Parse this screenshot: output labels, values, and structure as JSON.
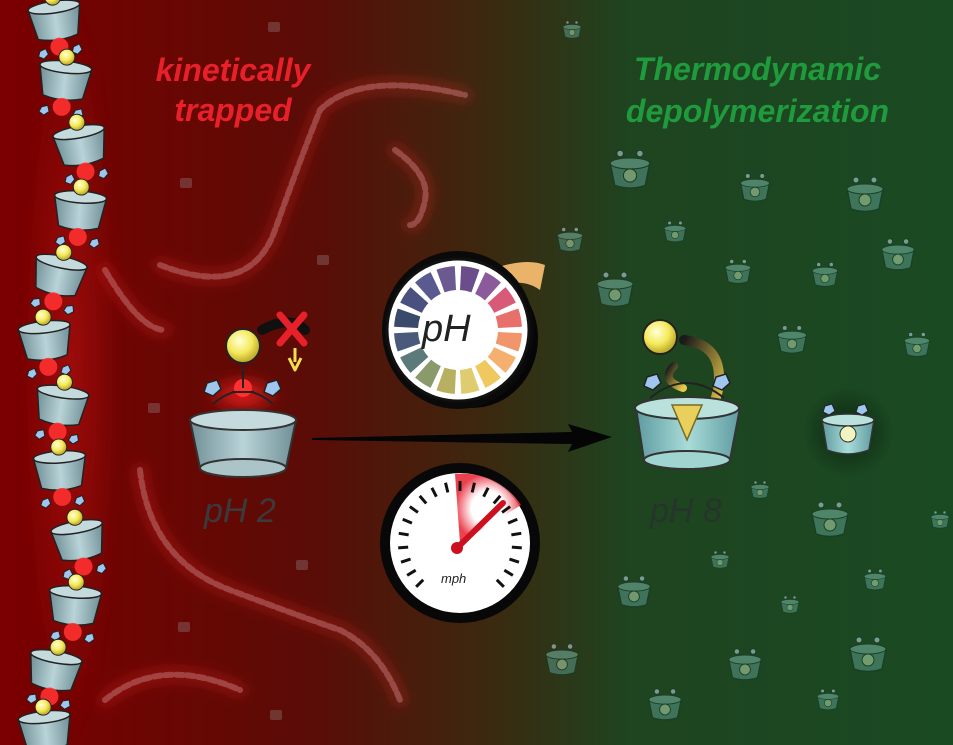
{
  "left_title": {
    "line1": "kinetically",
    "line2": "trapped"
  },
  "right_title": {
    "line1": "Thermodynamic",
    "line2": "depolymerization"
  },
  "left_state_label": "pH 2",
  "right_state_label": "pH 8",
  "ph_dial_label": "pH",
  "speedometer_unit": "mph",
  "colors": {
    "left_bg": "#7a0000",
    "right_bg": "#1a4a22",
    "title_red": "#e8202a",
    "title_green": "#1f9a3c",
    "cup": "#9cc2c8",
    "guest": "#f6ec6a",
    "needle": "#cc1020"
  }
}
